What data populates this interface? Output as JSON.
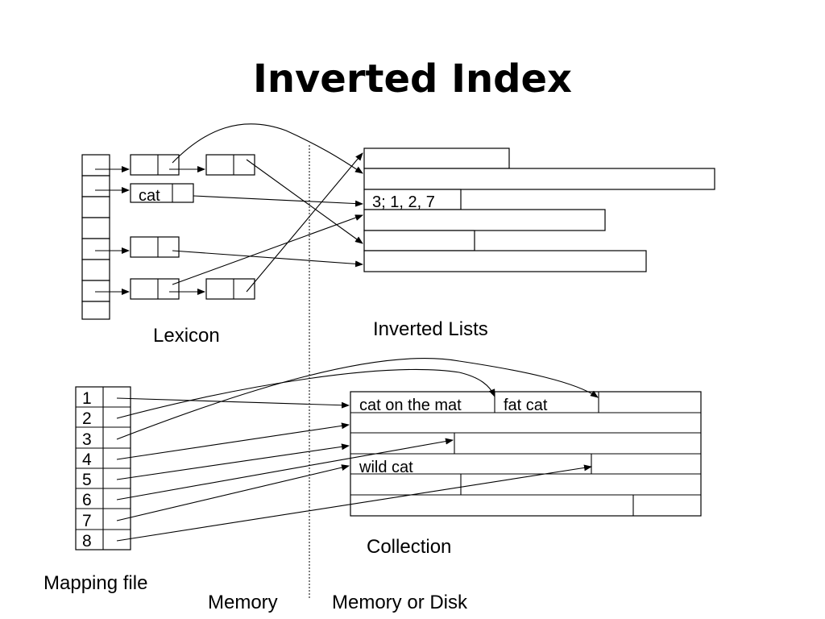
{
  "title": "Inverted Index",
  "lexicon": {
    "label": "Lexicon",
    "cat_label": "cat"
  },
  "inverted_lists": {
    "label": "Inverted Lists",
    "list_entry": "3; 1, 2, 7"
  },
  "collection": {
    "label": "Collection",
    "doc_1": "cat on the mat",
    "doc_2": "fat cat",
    "doc_3": "wild cat"
  },
  "mapping_file": {
    "label": "Mapping file",
    "rows": [
      "1",
      "2",
      "3",
      "4",
      "5",
      "6",
      "7",
      "8"
    ]
  },
  "regions": {
    "memory": "Memory",
    "memory_or_disk": "Memory or Disk"
  }
}
